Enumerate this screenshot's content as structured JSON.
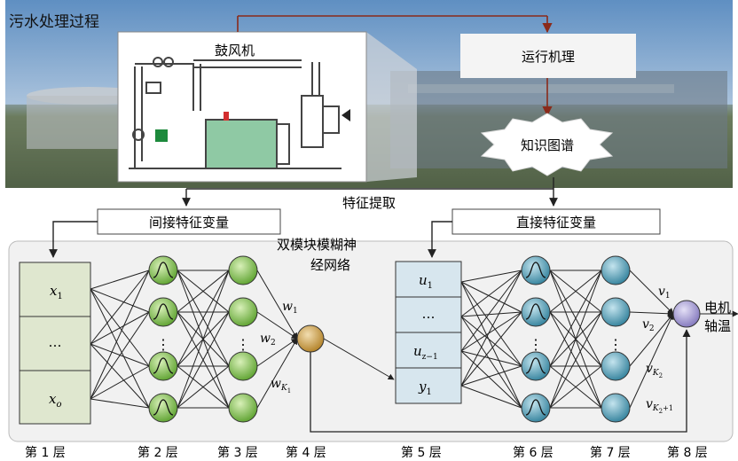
{
  "top": {
    "photo_title": "污水处理过程",
    "blower_label": "鼓风机",
    "mechanism_label": "运行机理",
    "knowledge_graph_label": "知识图谱"
  },
  "feature_extraction_label": "特征提取",
  "indirect_features_label": "间接特征变量",
  "direct_features_label": "直接特征变量",
  "network_title_line1": "双模块模糊神",
  "network_title_line2": "经网络",
  "input_module_1": {
    "cell_top": "x",
    "cell_top_sub": "1",
    "cell_mid": "…",
    "cell_bottom": "x",
    "cell_bottom_sub": "o"
  },
  "input_module_2": {
    "cell_1": "u",
    "cell_1_sub": "1",
    "cell_2": "…",
    "cell_3": "u",
    "cell_3_sub": "z−1",
    "cell_4": "y",
    "cell_4_sub": "1"
  },
  "weights_module_1": [
    {
      "sym": "w",
      "sub": "1"
    },
    {
      "sym": "w",
      "sub": "2"
    },
    {
      "sym": "w",
      "sub": "K",
      "subsub": "1"
    }
  ],
  "weights_module_2": [
    {
      "sym": "v",
      "sub": "1"
    },
    {
      "sym": "v",
      "sub": "2"
    },
    {
      "sym": "v",
      "sub": "K",
      "subsub": "2"
    },
    {
      "sym": "v",
      "sub": "K",
      "subsub": "2",
      "tail": "+1"
    }
  ],
  "output_label_line1": "电机",
  "output_label_line2": "轴温",
  "vertical_ellipsis": "⋮",
  "layer_labels": [
    "第 1 层",
    "第 2 层",
    "第 3 层",
    "第 4 层",
    "第 5 层",
    "第 6 层",
    "第 7 层",
    "第 8 层"
  ],
  "colors": {
    "sky": "#7ea7cf",
    "green_neuron": "#7cc04a",
    "gold_neuron": "#c89a3a",
    "teal_neuron": "#3a8fa8",
    "purple_neuron": "#9a90cc",
    "module_fill": "#dfe7cf",
    "module2_fill": "#d7e6ee",
    "panel_fill": "#f1f1f1"
  }
}
